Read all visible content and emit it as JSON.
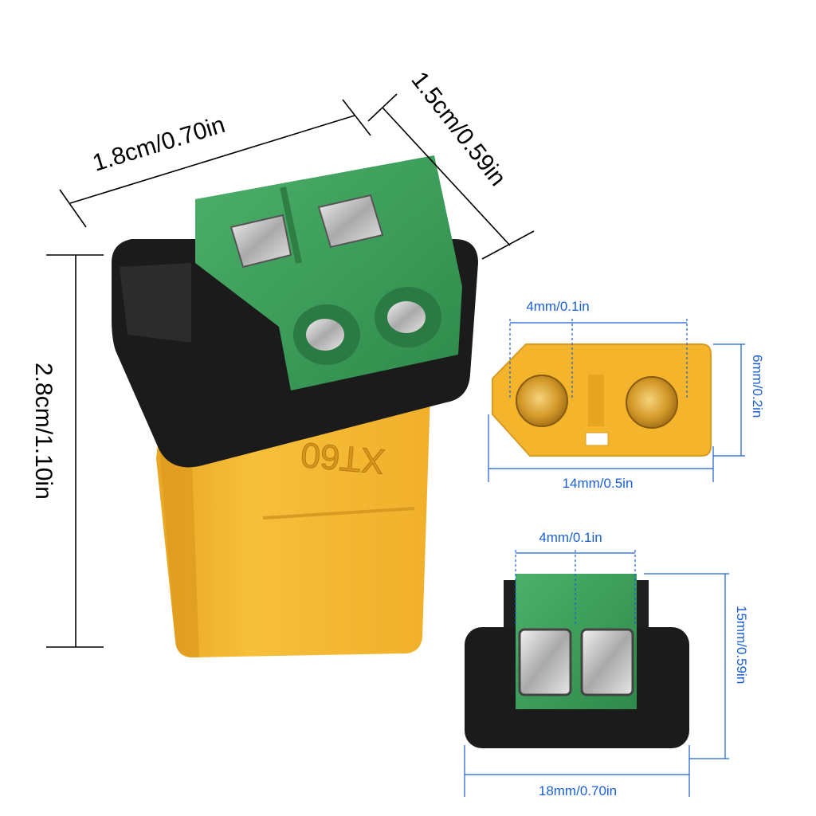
{
  "product": {
    "model_marking": "XT60"
  },
  "dimensions": {
    "width_main": "1.8cm/0.70in",
    "depth_main": "1.5cm/0.59in",
    "height_main": "2.8cm/1.10in",
    "pin_pitch_front": "4mm/0.1in",
    "plug_height_front": "6mm/0.2in",
    "plug_width_front": "14mm/0.5in",
    "terminal_pitch_top": "4mm/0.1in",
    "terminal_height_top": "15mm/0.59in",
    "body_width_top": "18mm/0.70in"
  },
  "colors": {
    "main_label": "#000000",
    "detail_label": "#1a5fd6",
    "terminal_green": "#3d9d5a",
    "housing_black": "#1b1b1b",
    "connector_yellow": "#f3b62f",
    "gold_pin": "#d8a530"
  }
}
